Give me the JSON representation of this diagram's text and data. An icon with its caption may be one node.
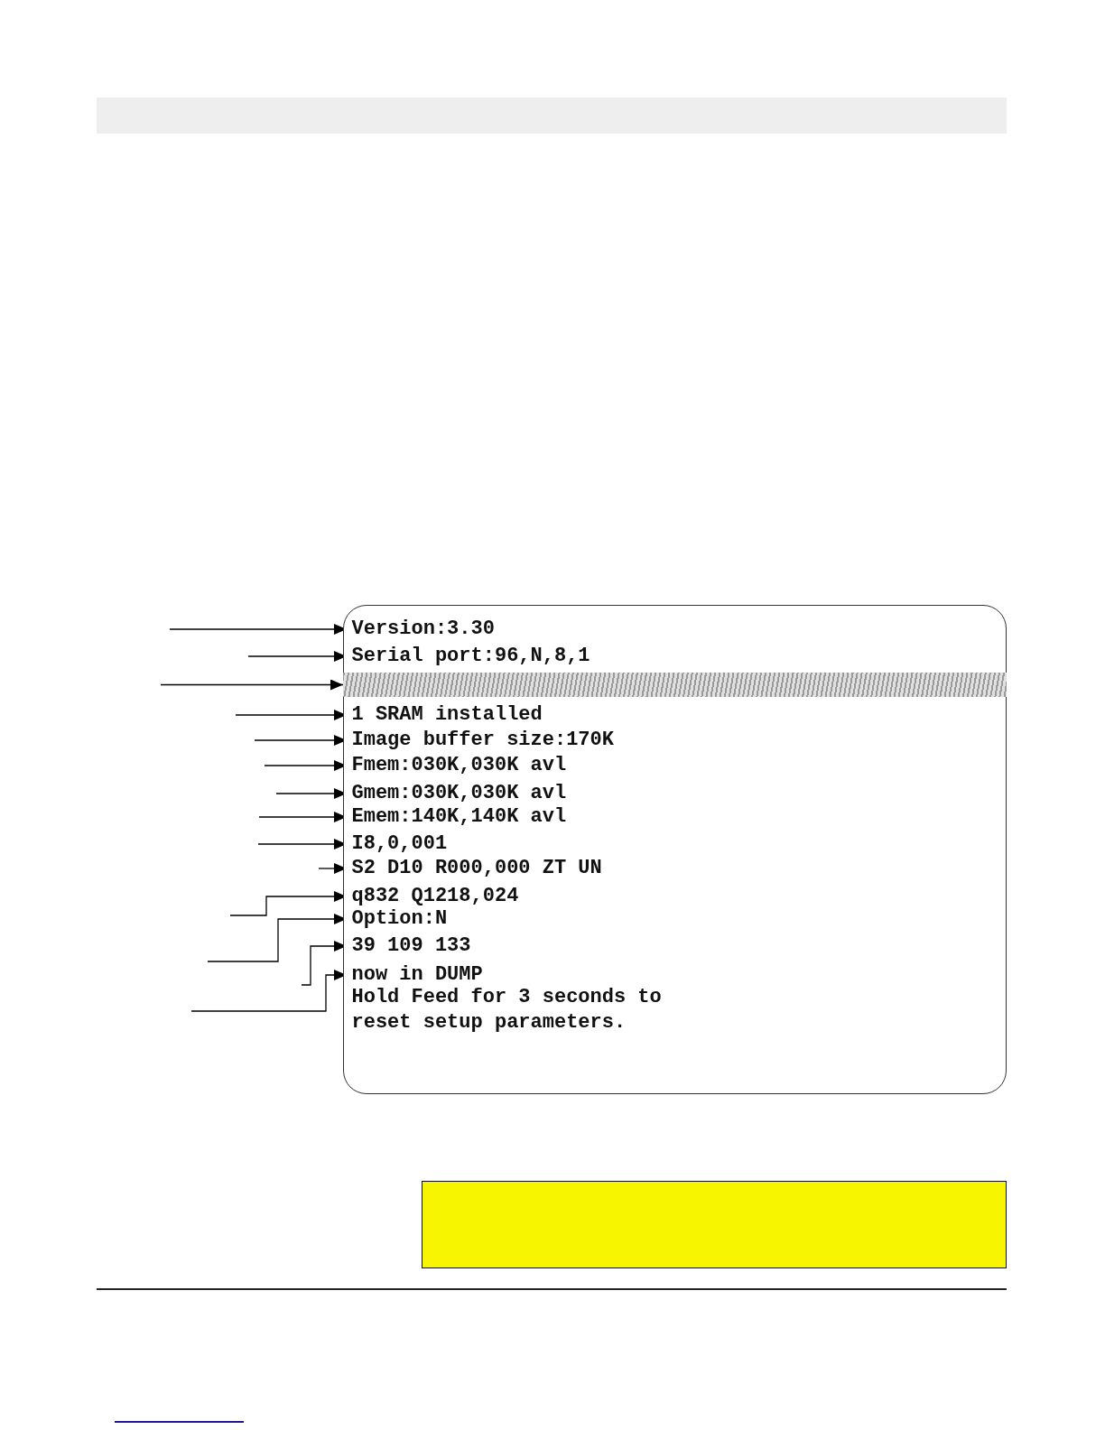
{
  "diagram": {
    "nodes": [
      {
        "text": [],
        "shape": "box"
      },
      {
        "text": [
          "Version:3.30"
        ],
        "in": 0
      },
      {
        "text": [
          "Serial port:96,N,8,1"
        ],
        "in": 0
      },
      {
        "text": [],
        "shape": "bar",
        "in": 0
      },
      {
        "text": [
          "1 SRAM installed"
        ],
        "in": 0
      },
      {
        "text": [
          "Image buffer size:170K"
        ],
        "in": 0
      },
      {
        "text": [
          "Fmem:030K,030K avl"
        ],
        "in": 0
      },
      {
        "text": [
          "Gmem:030K,030K avl"
        ],
        "in": 0
      },
      {
        "text": [
          "Emem:140K,140K avl"
        ],
        "in": 0
      },
      {
        "text": [
          "I8,0,001"
        ],
        "in": 0
      },
      {
        "text": [
          "S2 D10 R000,000 ZT UN"
        ],
        "in": 0
      },
      {
        "text": [
          "q832 Q1218,024"
        ],
        "in": 0
      },
      {
        "text": [
          "Option:N"
        ],
        "in": 0
      },
      {
        "text": [
          "39 109 133"
        ],
        "in": 0
      },
      {
        "text": [
          "now in DUMP"
        ],
        "in": 0
      },
      {
        "text": [
          "Hold Feed for 3 seconds to reset setup parameters."
        ],
        "in": 0
      },
      {
        "text": [],
        "shape": "box"
      }
    ],
    "edges": [
      {
        "from": null,
        "to": 1,
        "arrow": "to"
      },
      {
        "from": null,
        "to": 2,
        "arrow": "to"
      },
      {
        "from": null,
        "to": 3,
        "arrow": "to"
      },
      {
        "from": null,
        "to": 4,
        "arrow": "to"
      },
      {
        "from": null,
        "to": 5,
        "arrow": "to"
      },
      {
        "from": null,
        "to": 6,
        "arrow": "to"
      },
      {
        "from": null,
        "to": 7,
        "arrow": "to"
      },
      {
        "from": null,
        "to": 8,
        "arrow": "to"
      },
      {
        "from": null,
        "to": 9,
        "arrow": "to"
      },
      {
        "from": null,
        "to": 10,
        "arrow": "to"
      },
      {
        "from": null,
        "to": 11,
        "arrow": "to"
      },
      {
        "from": null,
        "to": 12,
        "arrow": "to"
      },
      {
        "from": null,
        "to": 13,
        "arrow": "to"
      },
      {
        "from": null,
        "to": 14,
        "arrow": "to"
      }
    ]
  }
}
